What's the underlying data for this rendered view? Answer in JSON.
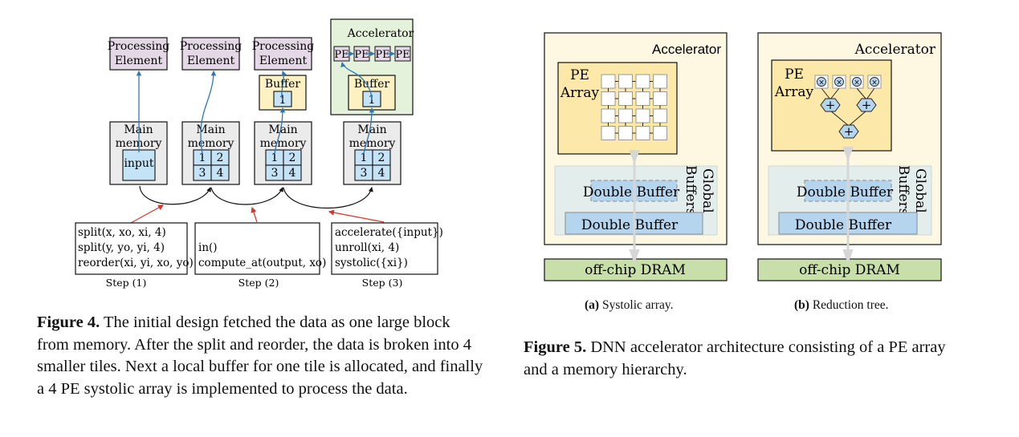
{
  "figure4": {
    "processing_element_label": [
      "Processing",
      "Element"
    ],
    "main_memory_label": [
      "Main",
      "memory"
    ],
    "input_label": "input",
    "tiles": [
      "1",
      "2",
      "3",
      "4"
    ],
    "buffer_label": "Buffer",
    "buffer_tile": "1",
    "accelerator_label": "Accelerator",
    "pe_label": "PE",
    "steps": [
      {
        "label": "Step (1)",
        "code": [
          "split(x, xo, xi, 4)",
          "split(y, yo, yi, 4)",
          "reorder(xi, yi, xo, yo)"
        ]
      },
      {
        "label": "Step (2)",
        "code": [
          "in()",
          "compute_at(output, xo)"
        ]
      },
      {
        "label": "Step (3)",
        "code": [
          "accelerate({input})",
          "unroll(xi, 4)",
          "systolic({xi})"
        ]
      }
    ],
    "caption_bold": "Figure 4.",
    "caption_text": " The initial design fetched the data as one large block from memory. After the split and reorder, the data is broken into 4 smaller tiles. Next a local buffer for one tile is allocated, and finally a 4 PE systolic array is implemented to process the data."
  },
  "figure5": {
    "accelerator_label": "Accelerator",
    "pe_array_label": [
      "PE",
      "Array"
    ],
    "global_buffers_label": [
      "Global",
      "Buffers"
    ],
    "double_buffer_label": "Double Buffer",
    "dram_label": "off-chip DRAM",
    "multiply_symbol": "⊗",
    "add_symbol": "+",
    "subfigures": [
      {
        "tag": "(a)",
        "caption": "Systolic array."
      },
      {
        "tag": "(b)",
        "caption": "Reduction tree."
      }
    ],
    "caption_bold": "Figure 5.",
    "caption_text": " DNN accelerator architecture consisting of a PE array and a memory hierarchy."
  },
  "colors": {
    "pe_fill": "#e4d7e6",
    "memory_fill": "#ebebeb",
    "tile_fill": "#c5e3f6",
    "buffer_fill": "#fdf1c2",
    "accel_fill_fig4": "#e4f2dc",
    "flow_arrow": "#2f78b4",
    "step_arrow": "#d8342c",
    "accel_fill_fig5": "#fef8e2",
    "pe_array_fill": "#fce8a9",
    "global_buffer_fill": "#e3edec",
    "double_buffer_fill": "#b5d5ee",
    "dram_fill": "#c8dfa9"
  }
}
